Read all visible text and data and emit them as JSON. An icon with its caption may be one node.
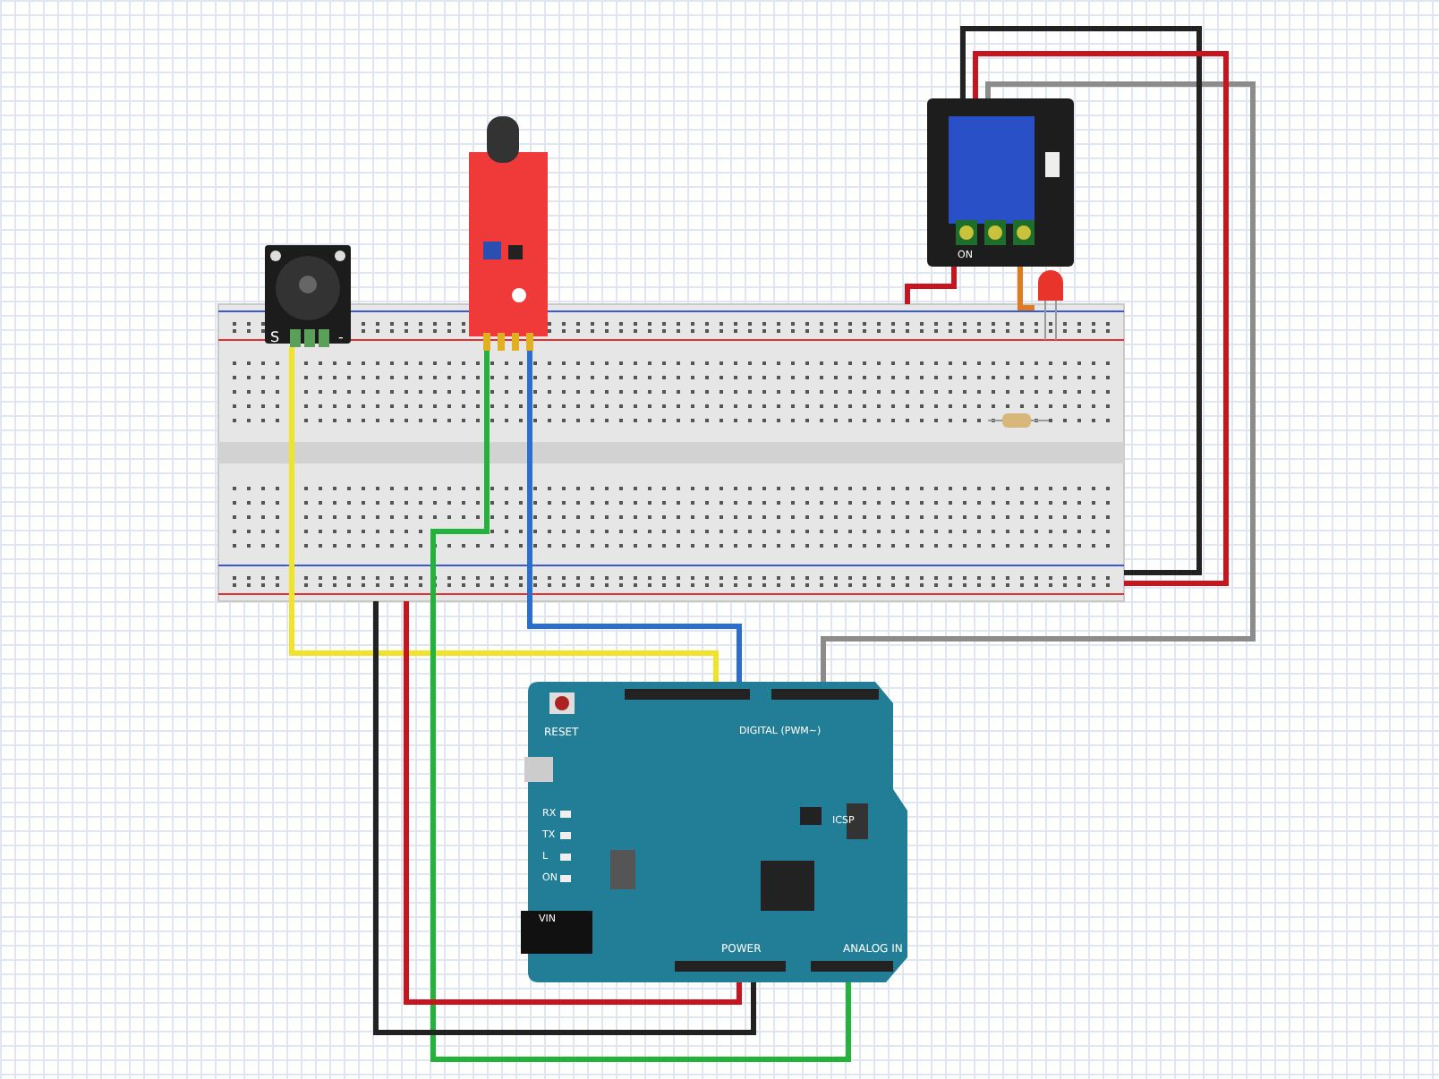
{
  "diagram": {
    "nodes": [
      {
        "text": [],
        "shape": "picture"
      },
      {
        "text": [
          "S",
          "-"
        ]
      },
      {
        "text": [],
        "shape": "picture"
      },
      {
        "text": [
          "ON"
        ]
      },
      {
        "text": [],
        "shape": "picture"
      },
      {
        "text": [],
        "shape": "picture",
        "in": 0
      },
      {
        "text": [
          "RESET",
          "DIGITAL (PWM~)",
          "RX",
          "TX",
          "L",
          "ON",
          "VIN",
          "ICSP",
          "POWER",
          "ANALOG IN"
        ]
      }
    ],
    "edges": [
      {
        "from": 1,
        "to": 6,
        "arrow": "none",
        "color": "#f0e32a"
      },
      {
        "from": 2,
        "to": 6,
        "arrow": "none",
        "color": "#2a6fd0"
      },
      {
        "from": 2,
        "to": 6,
        "arrow": "none",
        "color": "#22b33a"
      },
      {
        "from": 0,
        "to": 6,
        "arrow": "none",
        "color": "#c8141e"
      },
      {
        "from": 0,
        "to": 6,
        "arrow": "none",
        "color": "#222222"
      },
      {
        "from": 3,
        "to": 6,
        "arrow": "none",
        "color": "#8c8c8c"
      },
      {
        "from": 3,
        "to": 0,
        "arrow": "none",
        "color": "#222222"
      },
      {
        "from": 3,
        "to": 0,
        "arrow": "none",
        "color": "#c8141e"
      },
      {
        "from": 3,
        "to": 0,
        "arrow": "none",
        "color": "#c8141e"
      },
      {
        "from": 3,
        "to": 4,
        "arrow": "none",
        "color": "#e07a1e"
      }
    ]
  }
}
